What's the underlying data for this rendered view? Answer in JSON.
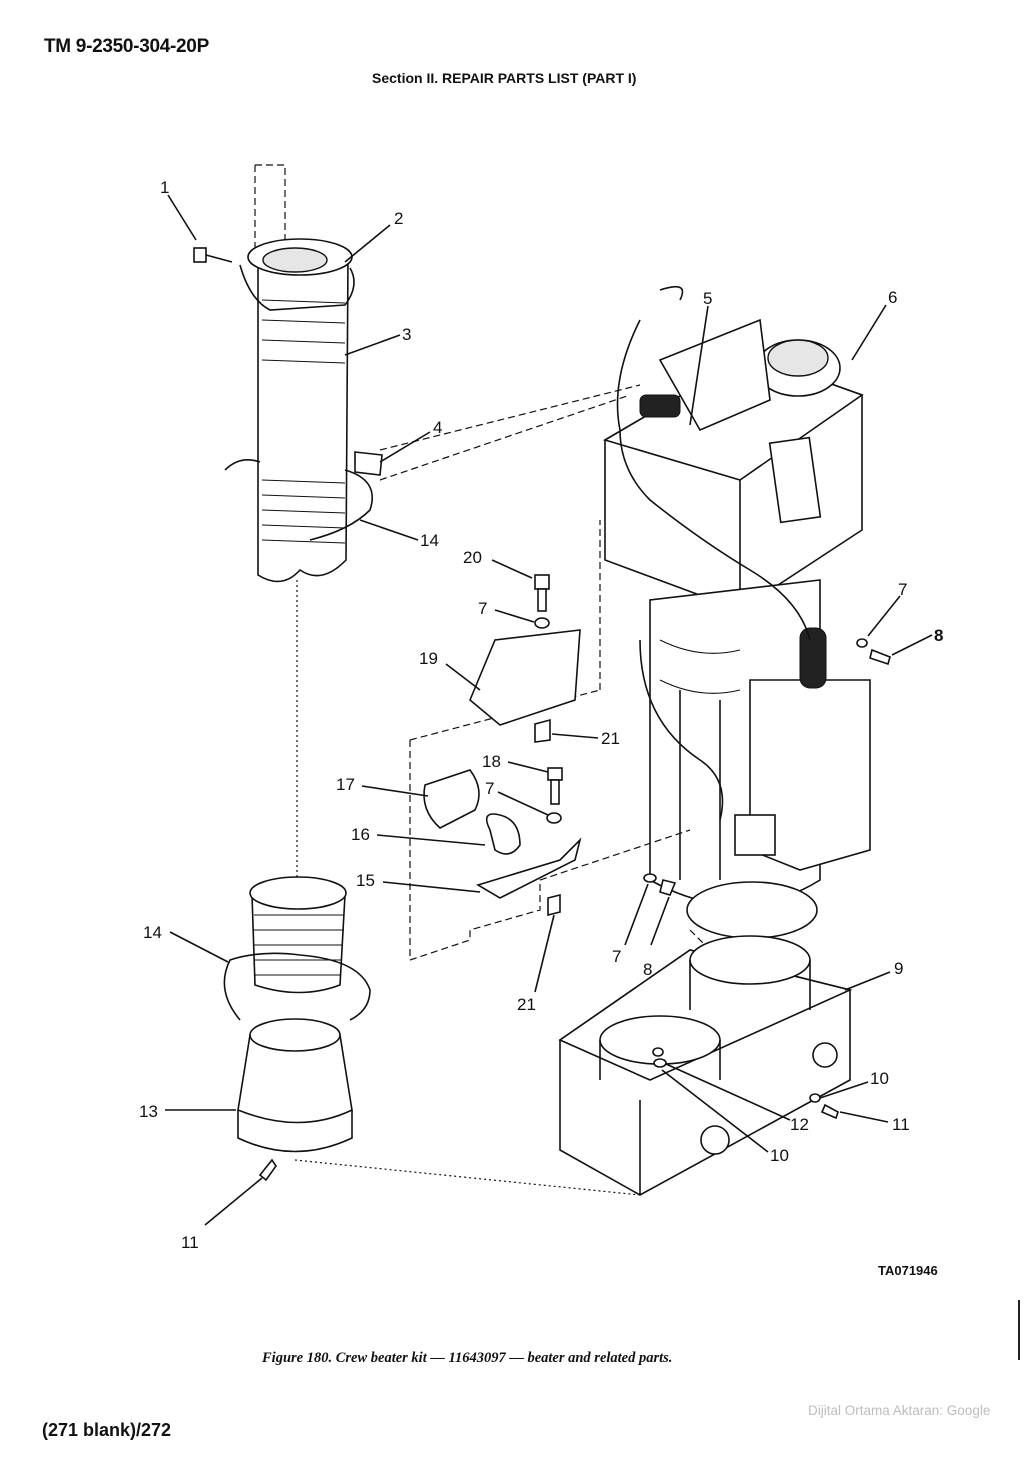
{
  "header": {
    "tm_number": "TM 9-2350-304-20P",
    "section_title": "Section II.  REPAIR PARTS LIST (PART I)"
  },
  "figure": {
    "id_code": "TA071946",
    "caption": "Figure 180.   Crew beater kit — 11643097 — beater and related parts."
  },
  "callouts": [
    "1",
    "2",
    "3",
    "4",
    "14",
    "5",
    "6",
    "7",
    "8",
    "20",
    "7",
    "19",
    "21",
    "18",
    "17",
    "7",
    "16",
    "15",
    "21",
    "7",
    "8",
    "9",
    "14",
    "13",
    "11",
    "10",
    "11",
    "12",
    "10"
  ],
  "footer": {
    "page_number": "(271 blank)/272",
    "watermark": "Dijital Ortama Aktaran: Google"
  }
}
